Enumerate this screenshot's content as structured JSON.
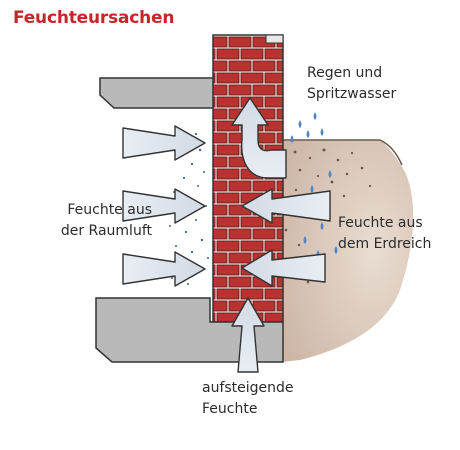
{
  "title": "Feuchteursachen",
  "labels": {
    "rain": [
      "Regen und",
      "Spritzwasser"
    ],
    "room_air": [
      "Feuchte aus",
      "der Raumluft"
    ],
    "soil": [
      "Feuchte aus",
      "dem Erdreich"
    ],
    "rising": [
      "aufsteigende",
      "Feuchte"
    ]
  },
  "colors": {
    "title": "#c8252a",
    "brick": "#b8332f",
    "mortar": "#f3e6df",
    "slab": "#b9b9b9",
    "soil": "#dccbbd",
    "arrow": "#dfe6ef",
    "water_drop": "#4f86c6"
  }
}
